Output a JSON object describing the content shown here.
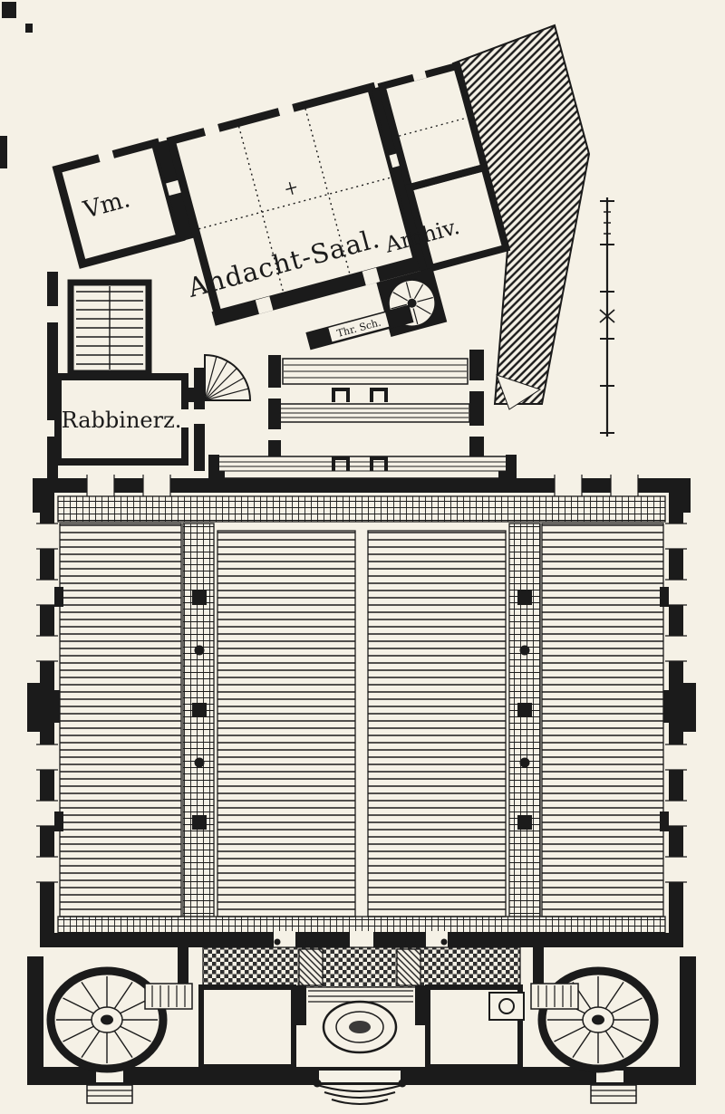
{
  "colors": {
    "paper": "#f5f1e6",
    "ink": "#1b1b1b"
  },
  "labels": {
    "vm": "Vm.",
    "andacht_saal": "Andacht-Saal.",
    "archiv": "Archiv.",
    "rabbinerz": "Rabbinerz.",
    "door_note": "Thr. Sch."
  }
}
